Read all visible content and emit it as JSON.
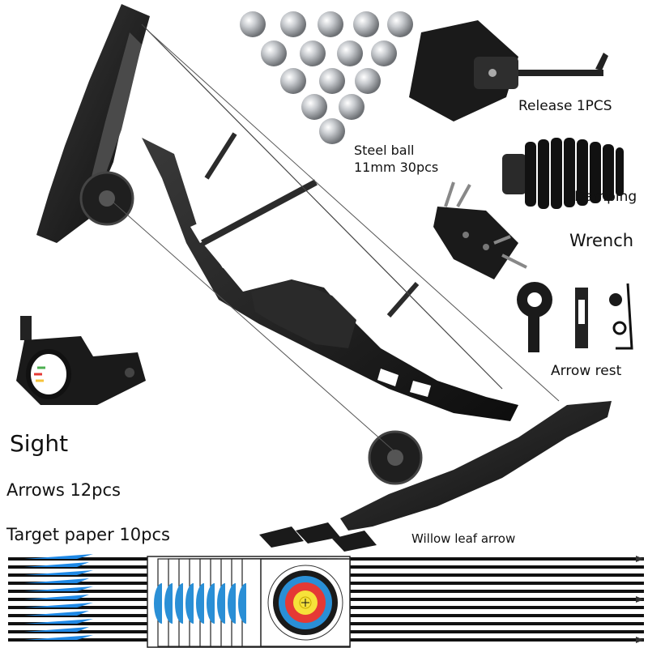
{
  "labels": {
    "steel_ball_line1": "Steel ball",
    "steel_ball_line2": "11mm 30pcs",
    "release": "Release 1PCS",
    "damping": "Damping",
    "wrench": "Wrench",
    "arrow_rest": "Arrow rest",
    "sight": "Sight",
    "arrows": "Arrows 12pcs",
    "target_paper": "Target paper 10pcs",
    "willow_leaf_arrow": "Willow leaf arrow"
  },
  "colors": {
    "bow": "#1c1c1c",
    "fletching": "#1e88e5",
    "target_blue": "#2a8fd6",
    "target_red": "#e53935",
    "target_yellow": "#f6e23a",
    "steel": "#b9bcc0"
  }
}
